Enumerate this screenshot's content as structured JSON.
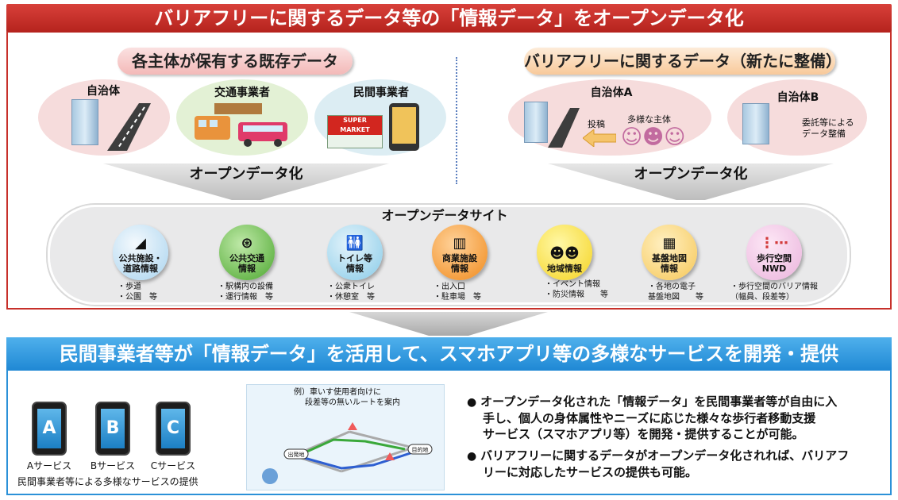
{
  "top_banner": "バリアフリーに関するデータ等の「情報データ」をオープンデータ化",
  "left_section": {
    "title": "各主体が保有する既存データ",
    "entities": [
      "自治体",
      "交通事業者",
      "民間事業者"
    ],
    "store_sign": "SUPER MARKET",
    "arrow_label": "オープンデータ化"
  },
  "right_section": {
    "title": "バリアフリーに関するデータ（新たに整備）",
    "entity_a": "自治体A",
    "entity_b": "自治体B",
    "post_label": "投稿",
    "various_label": "多様な主体",
    "consign_label_1": "委託等による",
    "consign_label_2": "データ整備",
    "arrow_label": "オープンデータ化"
  },
  "site_title": "オープンデータサイト",
  "categories": [
    {
      "line1": "公共施設・",
      "line2": "道路情報",
      "sub1": "・歩道",
      "sub2": "・公園　等"
    },
    {
      "line1": "公共交通",
      "line2": "情報",
      "sub1": "・駅構内の設備",
      "sub2": "・運行情報　等"
    },
    {
      "line1": "トイレ等",
      "line2": "情報",
      "sub1": "・公衆トイレ",
      "sub2": "・休憩室　等"
    },
    {
      "line1": "商業施設",
      "line2": "情報",
      "sub1": "・出入口",
      "sub2": "・駐車場　等"
    },
    {
      "line1": "地域情報",
      "line2": "",
      "sub1": "・イベント情報",
      "sub2": "・防災情報　　等"
    },
    {
      "line1": "基盤地図",
      "line2": "情報",
      "sub1": "・各地の電子",
      "sub2": "基盤地図　　等"
    },
    {
      "line1": "歩行空間",
      "line2": "NWD",
      "sub1": "・歩行空間のバリア情報",
      "sub2": "（幅員、段差等）"
    }
  ],
  "bottom_banner": "民間事業者等が「情報データ」を活用して、スマホアプリ等の多様なサービスを開発・提供",
  "apps": [
    {
      "letter": "A",
      "label": "Aサービス"
    },
    {
      "letter": "B",
      "label": "Bサービス"
    },
    {
      "letter": "C",
      "label": "Cサービス"
    }
  ],
  "apps_caption": "民間事業者等による多様なサービスの提供",
  "example": {
    "prefix": "例）",
    "line1": "車いす使用者向けに",
    "line2": "段差等の無いルートを案内",
    "start": "出発地",
    "goal": "目的地"
  },
  "bullets": [
    {
      "l1": "オープンデータ化された「情報データ」を民間事業者等が自由に入",
      "l2": "手し、個人の身体属性やニーズに応じた様々な歩行者移動支援",
      "l3": "サービス（スマホアプリ等）を開発・提供することが可能。"
    },
    {
      "l1": "バリアフリーに関するデータがオープンデータ化されれば、バリアフ",
      "l2": "リーに対応したサービスの提供も可能。"
    }
  ],
  "colors": {
    "top_banner": "#c7302a",
    "bottom_banner": "#2b91d8"
  }
}
